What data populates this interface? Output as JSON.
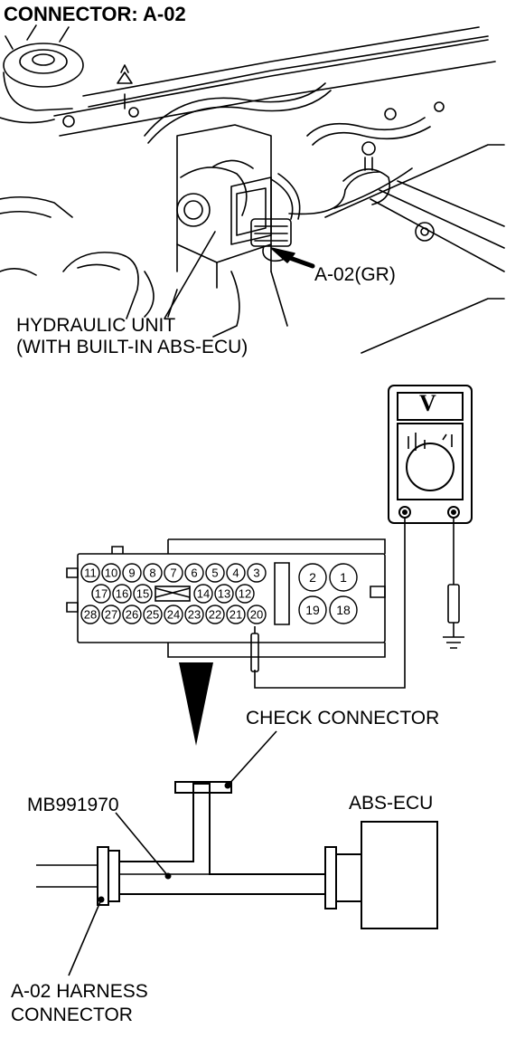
{
  "header": {
    "title": "CONNECTOR: A-02"
  },
  "labels": {
    "connector_callout": "A-02(GR)",
    "hydraulic_unit_line1": "HYDRAULIC UNIT",
    "hydraulic_unit_line2": "(WITH BUILT-IN ABS-ECU)",
    "check_connector": "CHECK CONNECTOR",
    "special_tool": "MB991970",
    "abs_ecu": "ABS-ECU",
    "harness_connector_line1": "A-02 HARNESS",
    "harness_connector_line2": "CONNECTOR"
  },
  "voltmeter": {
    "display_symbol": "V"
  },
  "connector_pins": {
    "row1": [
      "11",
      "10",
      "9",
      "8",
      "7",
      "6",
      "5",
      "4",
      "3"
    ],
    "row2": [
      "17",
      "16",
      "15",
      "14",
      "13",
      "12"
    ],
    "row3": [
      "28",
      "27",
      "26",
      "25",
      "24",
      "23",
      "22",
      "21",
      "20"
    ],
    "large_pins": [
      "2",
      "1",
      "19",
      "18"
    ]
  }
}
